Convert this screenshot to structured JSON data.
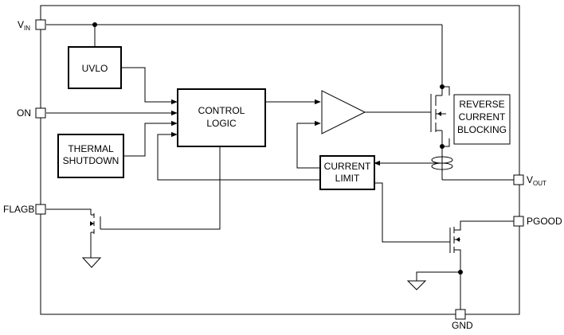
{
  "pins": {
    "vin": {
      "main": "V",
      "sub": "IN"
    },
    "on": "ON",
    "flagb": "FLAGB",
    "vout": {
      "main": "V",
      "sub": "OUT"
    },
    "pgood": "PGOOD",
    "gnd": "GND"
  },
  "blocks": {
    "uvlo": [
      "UVLO"
    ],
    "thermal": [
      "THERMAL",
      "SHUTDOWN"
    ],
    "control": [
      "CONTROL",
      "LOGIC"
    ],
    "current_limit": [
      "CURRENT",
      "LIMIT"
    ],
    "reverse": [
      "REVERSE",
      "CURRENT",
      "BLOCKING"
    ]
  }
}
